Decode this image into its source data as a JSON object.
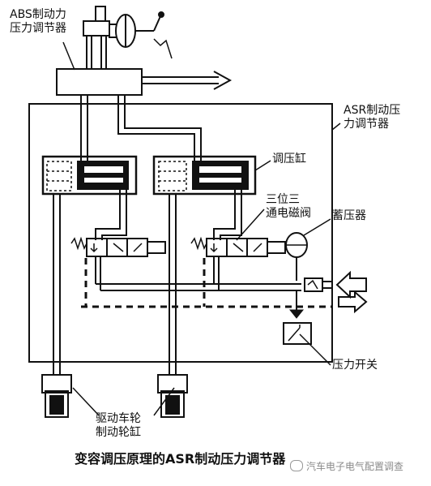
{
  "labels": {
    "abs_line1": "ABS制动力",
    "abs_line2": "压力调节器",
    "asr_line1": "ASR制动压",
    "asr_line2": "力调节器",
    "pressure_cylinder": "调压缸",
    "valve_line1": "三位三",
    "valve_line2": "通电磁阀",
    "accumulator": "蓄压器",
    "pressure_switch": "压力开关",
    "wheel_line1": "驱动车轮",
    "wheel_line2": "制动轮缸"
  },
  "caption": "变容调压原理的ASR制动压力调节器",
  "watermark": "汽车电子电气配置调查",
  "colors": {
    "stroke": "#111111",
    "fill": "#111111",
    "background": "#ffffff"
  }
}
